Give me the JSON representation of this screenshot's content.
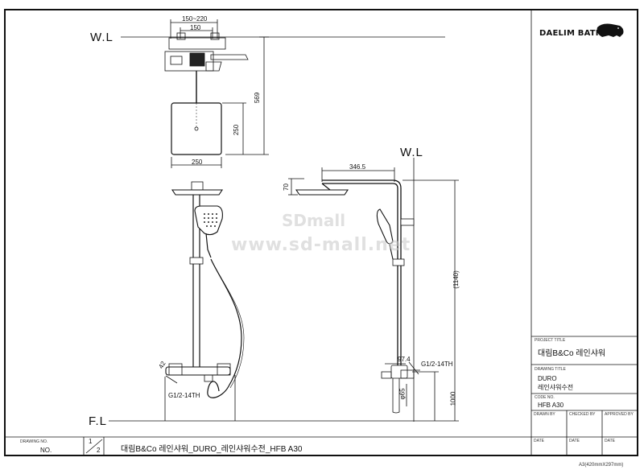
{
  "drawing": {
    "wl_top": "W.L",
    "wl_side": "W.L",
    "fl": "F.L",
    "dims": {
      "d150_220": "150~220",
      "d150": "150",
      "d569": "569",
      "d250v": "250",
      "d250h": "250",
      "d346": "346.5",
      "d70": "70",
      "d1140": "(1140)",
      "d97": "97.4",
      "d_thread_side": "G1/2-14TH",
      "d65": "φ65",
      "d1000": "1000",
      "d_thread_front": "G1/2-14TH",
      "d42": "42"
    }
  },
  "watermark": {
    "line1": "SDmall",
    "line2": "www.sd-mall.net"
  },
  "title_block": {
    "logo": "DAELIM BATH",
    "project_label": "PROJECT TITLE",
    "project_value": "대림B&Co 레인샤워",
    "drawing_label": "DRAWING TITLE",
    "drawing_line1": "DURO",
    "drawing_line2": "레인샤워수전",
    "code_label": "CODE NO.",
    "code_value": "HFB A30",
    "drawn_by": "DRAWN BY",
    "checked_by": "CHECKED BY",
    "approved_by": "APPROVED BY",
    "date1": "DATE",
    "date2": "DATE",
    "date3": "DATE"
  },
  "bottom_bar": {
    "drawing_no_label": "DRAWING NO.",
    "drawing_no_value": "NO.",
    "sheet_num": "1",
    "sheet_total": "2",
    "title": "대림B&Co 레인샤워_DURO_레인샤워수전_HFB A30"
  },
  "paper_size": "A3(420mmX297mm)"
}
